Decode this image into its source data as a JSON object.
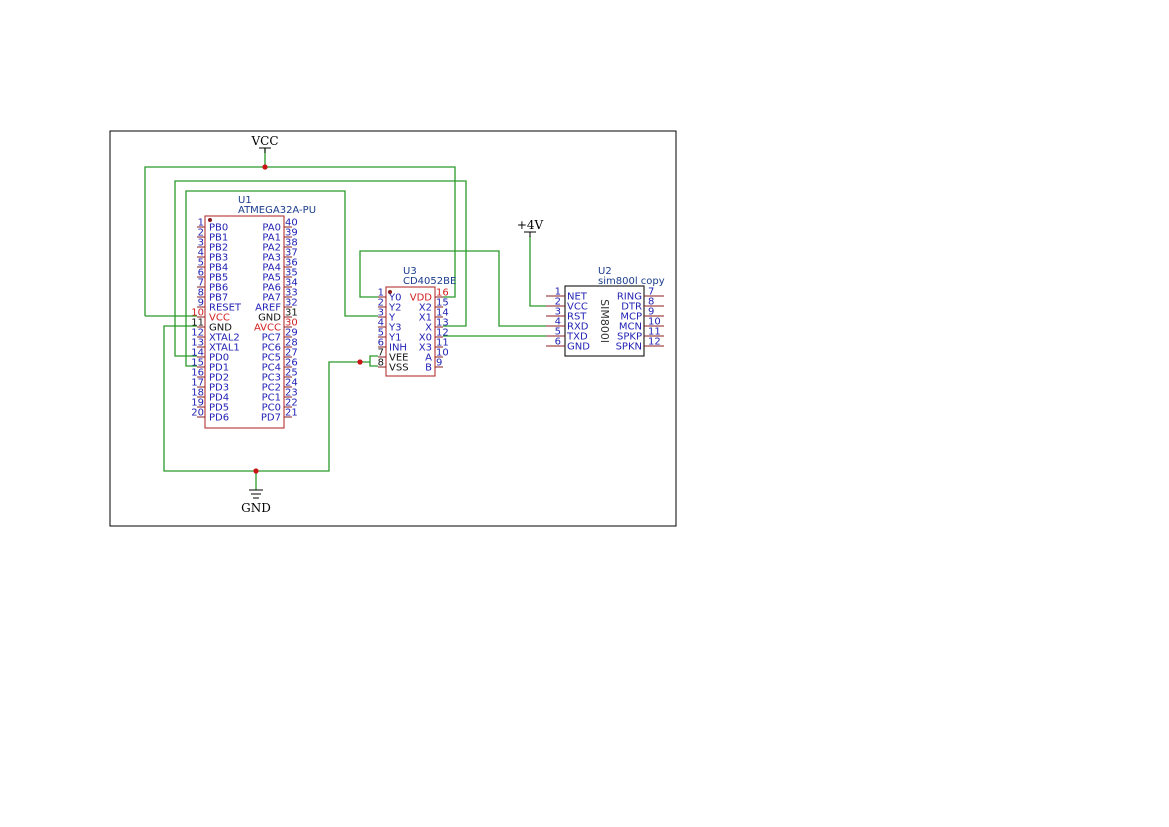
{
  "power": {
    "vcc": "VCC",
    "gnd": "GND",
    "plus4v": "+4V"
  },
  "u1": {
    "ref": "U1",
    "value": "ATMEGA32A-PU",
    "left_pins": [
      {
        "num": "1",
        "name": "PB0"
      },
      {
        "num": "2",
        "name": "PB1"
      },
      {
        "num": "3",
        "name": "PB2"
      },
      {
        "num": "4",
        "name": "PB3"
      },
      {
        "num": "5",
        "name": "PB4"
      },
      {
        "num": "6",
        "name": "PB5"
      },
      {
        "num": "7",
        "name": "PB6"
      },
      {
        "num": "8",
        "name": "PB7"
      },
      {
        "num": "9",
        "name": "RESET"
      },
      {
        "num": "10",
        "name": "VCC",
        "power": true
      },
      {
        "num": "11",
        "name": "GND",
        "black": true
      },
      {
        "num": "12",
        "name": "XTAL2"
      },
      {
        "num": "13",
        "name": "XTAL1"
      },
      {
        "num": "14",
        "name": "PD0"
      },
      {
        "num": "15",
        "name": "PD1"
      },
      {
        "num": "16",
        "name": "PD2"
      },
      {
        "num": "17",
        "name": "PD3"
      },
      {
        "num": "18",
        "name": "PD4"
      },
      {
        "num": "19",
        "name": "PD5"
      },
      {
        "num": "20",
        "name": "PD6"
      }
    ],
    "right_pins": [
      {
        "num": "40",
        "name": "PA0"
      },
      {
        "num": "39",
        "name": "PA1"
      },
      {
        "num": "38",
        "name": "PA2"
      },
      {
        "num": "37",
        "name": "PA3"
      },
      {
        "num": "36",
        "name": "PA4"
      },
      {
        "num": "35",
        "name": "PA5"
      },
      {
        "num": "34",
        "name": "PA6"
      },
      {
        "num": "33",
        "name": "PA7"
      },
      {
        "num": "32",
        "name": "AREF"
      },
      {
        "num": "31",
        "name": "GND",
        "black": true
      },
      {
        "num": "30",
        "name": "AVCC",
        "power": true
      },
      {
        "num": "29",
        "name": "PC7"
      },
      {
        "num": "28",
        "name": "PC6"
      },
      {
        "num": "27",
        "name": "PC5"
      },
      {
        "num": "26",
        "name": "PC4"
      },
      {
        "num": "25",
        "name": "PC3"
      },
      {
        "num": "24",
        "name": "PC2"
      },
      {
        "num": "23",
        "name": "PC1"
      },
      {
        "num": "22",
        "name": "PC0"
      },
      {
        "num": "21",
        "name": "PD7"
      }
    ]
  },
  "u3": {
    "ref": "U3",
    "value": "CD4052BE",
    "left_pins": [
      {
        "num": "1",
        "name": "Y0"
      },
      {
        "num": "2",
        "name": "Y2"
      },
      {
        "num": "3",
        "name": "Y"
      },
      {
        "num": "4",
        "name": "Y3"
      },
      {
        "num": "5",
        "name": "Y1"
      },
      {
        "num": "6",
        "name": "INH"
      },
      {
        "num": "7",
        "name": "VEE",
        "black": true
      },
      {
        "num": "8",
        "name": "VSS",
        "black": true
      }
    ],
    "right_pins": [
      {
        "num": "16",
        "name": "VDD",
        "power": true
      },
      {
        "num": "15",
        "name": "X2"
      },
      {
        "num": "14",
        "name": "X1"
      },
      {
        "num": "13",
        "name": "X"
      },
      {
        "num": "12",
        "name": "X0"
      },
      {
        "num": "11",
        "name": "X3"
      },
      {
        "num": "10",
        "name": "A"
      },
      {
        "num": "9",
        "name": "B"
      }
    ]
  },
  "u2": {
    "ref": "U2",
    "value": "sim800l copy",
    "body_text": "SIM800l",
    "left_pins": [
      {
        "num": "1",
        "name": "NET"
      },
      {
        "num": "2",
        "name": "VCC"
      },
      {
        "num": "3",
        "name": "RST"
      },
      {
        "num": "4",
        "name": "RXD"
      },
      {
        "num": "5",
        "name": "TXD"
      },
      {
        "num": "6",
        "name": "GND"
      }
    ],
    "right_pins": [
      {
        "num": "7",
        "name": "RING"
      },
      {
        "num": "8",
        "name": "DTR"
      },
      {
        "num": "9",
        "name": "MCP"
      },
      {
        "num": "10",
        "name": "MCN"
      },
      {
        "num": "11",
        "name": "SPKP"
      },
      {
        "num": "12",
        "name": "SPKN"
      }
    ]
  }
}
